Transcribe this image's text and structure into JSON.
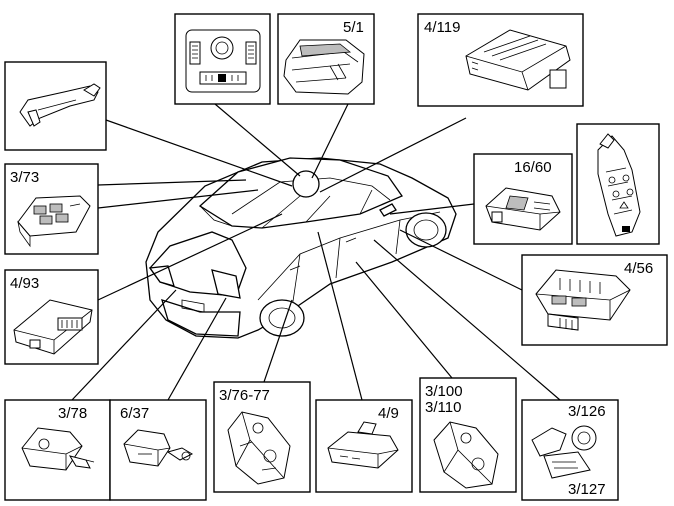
{
  "labels": {
    "mirror_switch": "5/1",
    "module_4_119": "4/119",
    "module_16_60": "16/60",
    "module_3_73": "3/73",
    "module_4_93": "4/93",
    "fusebox_4_56": "4/56",
    "lock_3_78": "3/78",
    "actuator_6_37": "6/37",
    "lock_3_76_77": "3/76-77",
    "module_4_9": "4/9",
    "lock_3_100": "3/100",
    "lock_3_110": "3/110",
    "motor_3_126": "3/126",
    "motor_3_127": "3/127"
  },
  "colors": {
    "stroke": "#000000",
    "background": "#ffffff"
  },
  "icons": [
    "handle-icon",
    "light-switch-icon",
    "instrument-cluster-icon",
    "control-module-icon",
    "key-fob-icon",
    "switch-panel-icon",
    "fuse-box-icon",
    "lock-mechanism-icon",
    "actuator-icon",
    "window-motor-icon",
    "car-icon"
  ]
}
